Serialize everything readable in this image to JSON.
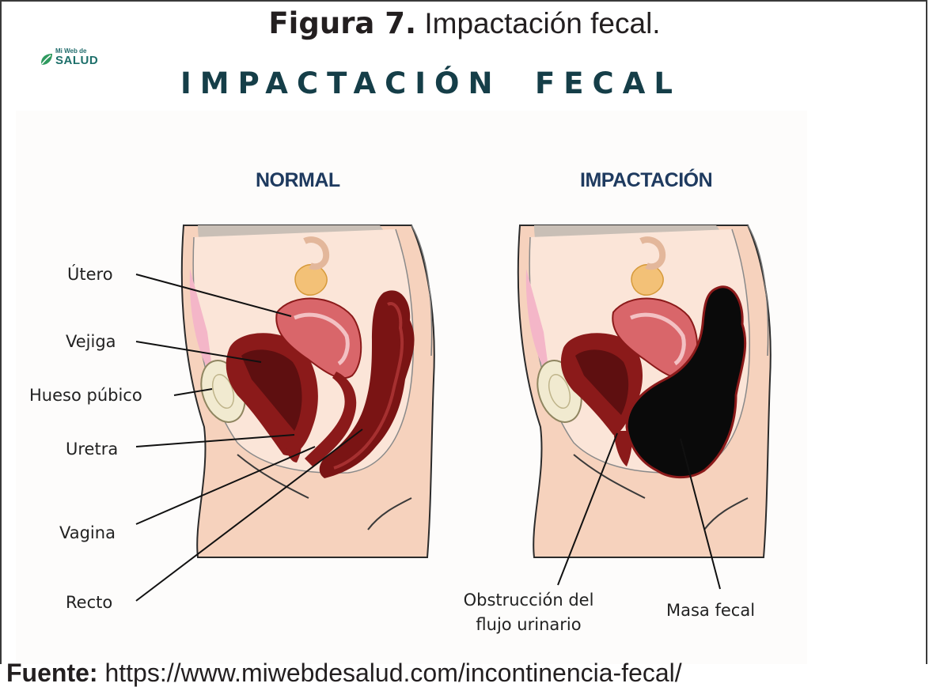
{
  "caption": {
    "prefix": "Figura 7.",
    "text": "Impactación fecal."
  },
  "logo": {
    "small": "Mi Web de",
    "big": "SALUD"
  },
  "title": {
    "word1": "IMPACTACIÓN",
    "word2": "FECAL"
  },
  "panels": {
    "normal": {
      "title": "NORMAL"
    },
    "impaction": {
      "title": "IMPACTACIÓN"
    }
  },
  "labels": {
    "utero": "Útero",
    "vejiga": "Vejiga",
    "hueso": "Hueso púbico",
    "uretra": "Uretra",
    "vagina": "Vagina",
    "recto": "Recto",
    "obstruccion_l1": "Obstrucción del",
    "obstruccion_l2": "flujo urinario",
    "masa": "Masa fecal"
  },
  "footer": {
    "prefix": "Fuente:",
    "url": "https://www.miwebdesalud.com/incontinencia-fecal/"
  },
  "colors": {
    "title": "#153e48",
    "panel_title": "#1e3a5f",
    "skin": "#f6d2bd",
    "organ_dark": "#8b1a1a",
    "organ_light": "#d9666a",
    "bone": "#f1ead0",
    "abdomen": "#c9bfb6",
    "fecal_mass": "#0a0a0a"
  }
}
